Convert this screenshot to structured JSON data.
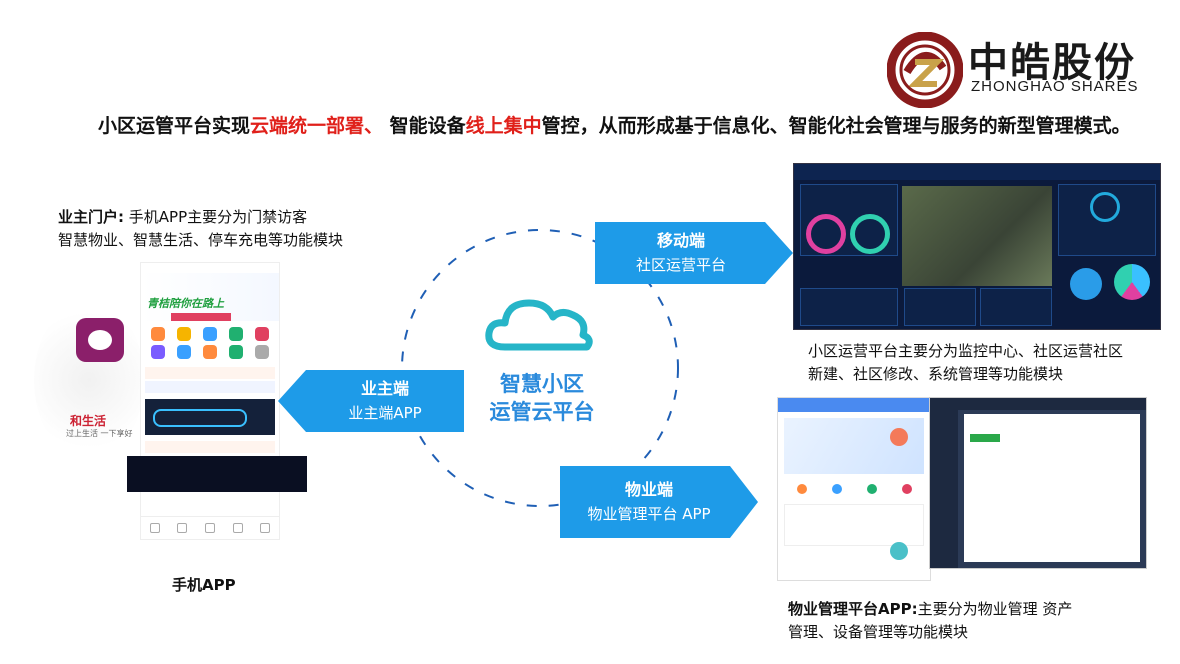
{
  "logo": {
    "cn": "中皓股份",
    "en": "ZHONGHAO SHARES",
    "brand_color": "#8a1c1c"
  },
  "headline": {
    "part1": "小区运管平台实现",
    "red1": "云端统一部署、",
    "part2": " 智能设备",
    "red2": "线上集中",
    "part3": "管控，从而形成基于信息化、智能化社会管理与服务的新型管理模式。"
  },
  "owner_portal": {
    "title": "业主门户:",
    "line1": " 手机APP主要分为门禁访客",
    "line2": "智慧物业、智慧生活、停车充电等功能模块"
  },
  "phone_caption": "手机APP",
  "phone_banner": "青桔陪你在路上",
  "life_logo": "和生活",
  "life_sub": "过上生活  一下享好",
  "cloud": {
    "line1": "智慧小区",
    "line2": "运管云平台",
    "color": "#2a8adc"
  },
  "arrows": {
    "mobile": {
      "title": "移动端",
      "sub": "社区运营平台"
    },
    "owner": {
      "title": "业主端",
      "sub": "业主端APP"
    },
    "property": {
      "title": "物业端",
      "sub": "物业管理平台 APP"
    }
  },
  "community_caption": {
    "line1": "小区运营平台主要分为监控中心、社区运营社区",
    "line2": "新建、社区修改、系统管理等功能模块"
  },
  "property_caption": {
    "title": "物业管理平台APP:",
    "line1": "主要分为物业管理 资产",
    "line2": "管理、设备管理等功能模块"
  },
  "colors": {
    "accent_red": "#e0201a",
    "arrow_blue": "#1e9be8",
    "dashed_blue": "#1f5fb5"
  }
}
